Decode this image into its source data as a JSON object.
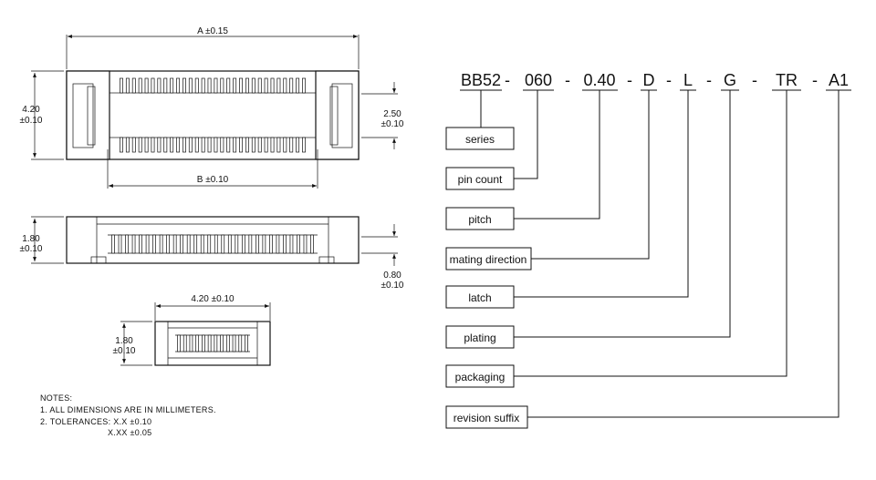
{
  "drawing": {
    "top_view": {
      "dim_a": "A ±0.15",
      "dim_b": "B ±0.10",
      "dim_height": [
        "4.20",
        "±0.10"
      ],
      "dim_inner": [
        "2.50",
        "±0.10"
      ]
    },
    "side_view": {
      "dim_height": [
        "1.80",
        "±0.10"
      ],
      "dim_standoff": [
        "0.80",
        "±0.10"
      ]
    },
    "end_view": {
      "dim_width": "4.20 ±0.10",
      "dim_height": [
        "1.80",
        "±0.10"
      ]
    },
    "notes": {
      "title": "NOTES:",
      "lines": [
        "1.  ALL  DIMENSIONS  ARE  IN  MILLIMETERS.",
        "2.  TOLERANCES:  X.X  ±0.10",
        "X.XX  ±0.05"
      ]
    }
  },
  "part_number": {
    "segments": [
      "BB52",
      "060",
      "0.40",
      "D",
      "L",
      "G",
      "TR",
      "A1"
    ],
    "separator": "-",
    "fields": [
      "series",
      "pin count",
      "pitch",
      "mating direction",
      "latch",
      "plating",
      "packaging",
      "revision suffix"
    ]
  }
}
